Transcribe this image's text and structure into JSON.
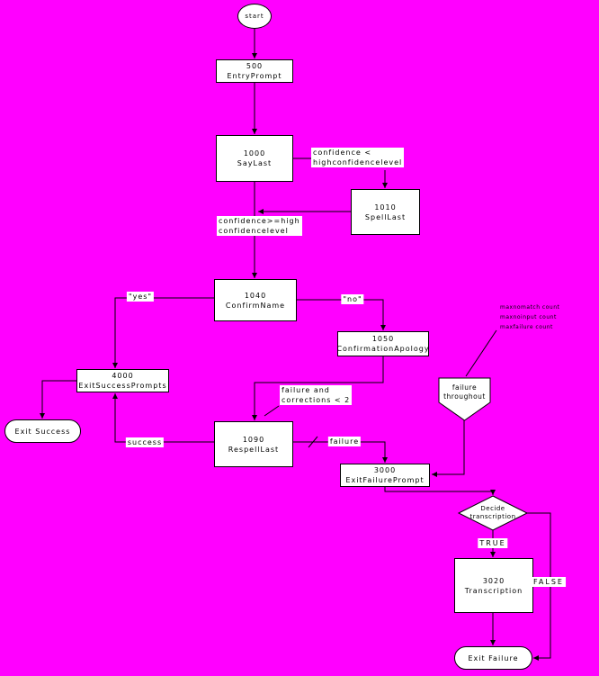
{
  "colors": {
    "background": "#ff00ff",
    "shape_fill": "#ffffff",
    "line": "#000000"
  },
  "nodes": {
    "start": {
      "label": "start"
    },
    "entry_prompt": {
      "id": "500",
      "name": "EntryPrompt"
    },
    "say_last": {
      "id": "1000",
      "name": "SayLast"
    },
    "spell_last": {
      "id": "1010",
      "name": "SpellLast"
    },
    "confirm_name": {
      "id": "1040",
      "name": "ConfirmName"
    },
    "confirmation_apology": {
      "id": "1050",
      "name": "ConfirmationApology"
    },
    "exit_success_prompts": {
      "id": "4000",
      "name": "ExitSuccessPrompts"
    },
    "respell_last": {
      "id": "1090",
      "name": "RespellLast"
    },
    "exit_failure_prompt": {
      "id": "3000",
      "name": "ExitFailurePrompt"
    },
    "transcription": {
      "id": "3020",
      "name": "Transcription"
    },
    "decide_transcription": {
      "line1": "Decide",
      "line2": "transcription"
    },
    "failure_throughout": {
      "line1": "failure",
      "line2": "throughout"
    },
    "exit_success": {
      "label": "Exit Success"
    },
    "exit_failure": {
      "label": "Exit Failure"
    }
  },
  "edge_labels": {
    "confidence_low": {
      "line1": "confidence <",
      "line2": "highconfidencelevel"
    },
    "confidence_high": {
      "line1": "confidence>=high",
      "line2": "confidencelevel"
    },
    "yes": "\"yes\"",
    "no": "\"no\"",
    "failure_and_corrections": {
      "line1": "failure and",
      "line2": "corrections < 2"
    },
    "success": "success",
    "failure": "failure",
    "true_label": "TRUE",
    "false_label": "FALSE"
  },
  "annotation": {
    "line1": "maxnomatch count",
    "line2": "maxnoinput count",
    "line3": "maxfailure count"
  }
}
